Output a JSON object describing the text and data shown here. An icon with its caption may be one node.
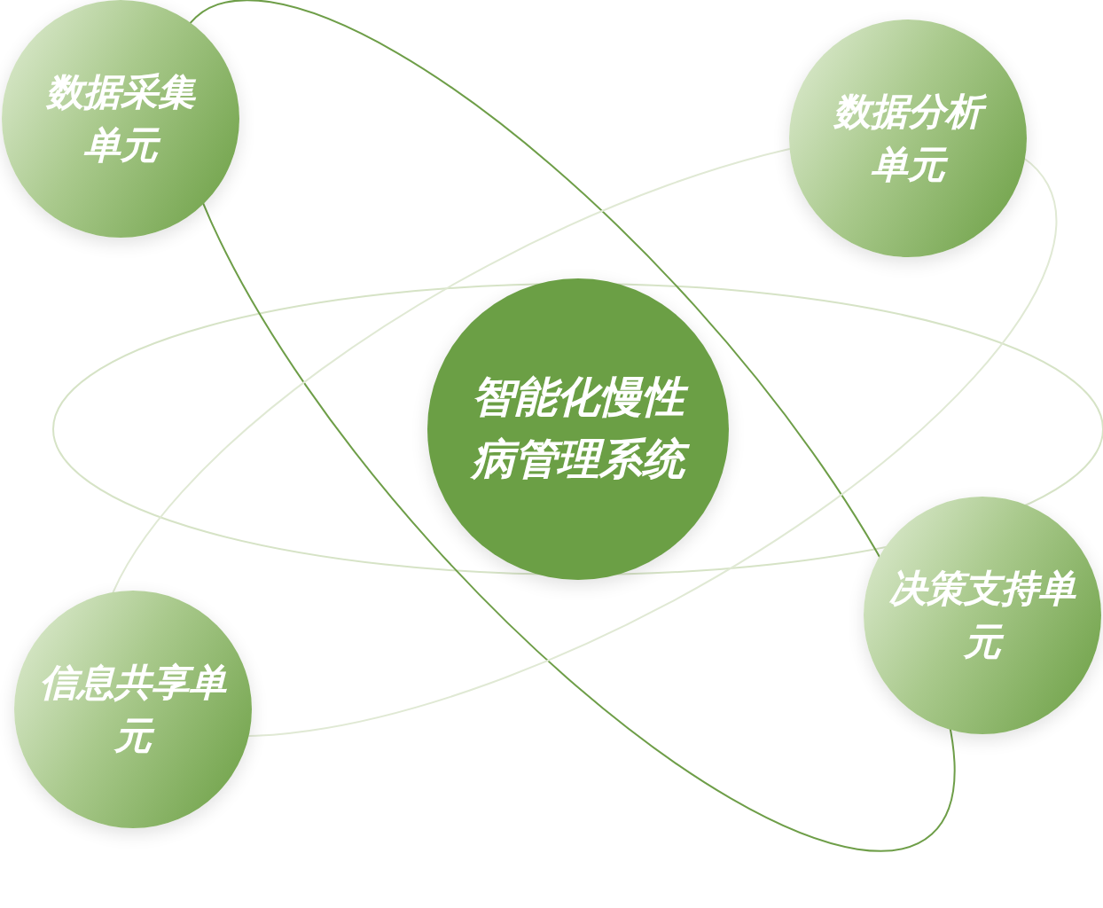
{
  "diagram": {
    "nodes": [
      {
        "text": [
          "数据采集单元"
        ]
      },
      {
        "text": [
          "数据分析单元"
        ]
      },
      {
        "text": [
          "智能化慢性病管理系统"
        ]
      },
      {
        "text": [
          "决策支持单元"
        ]
      },
      {
        "text": [
          "信息共享单元"
        ]
      }
    ]
  }
}
